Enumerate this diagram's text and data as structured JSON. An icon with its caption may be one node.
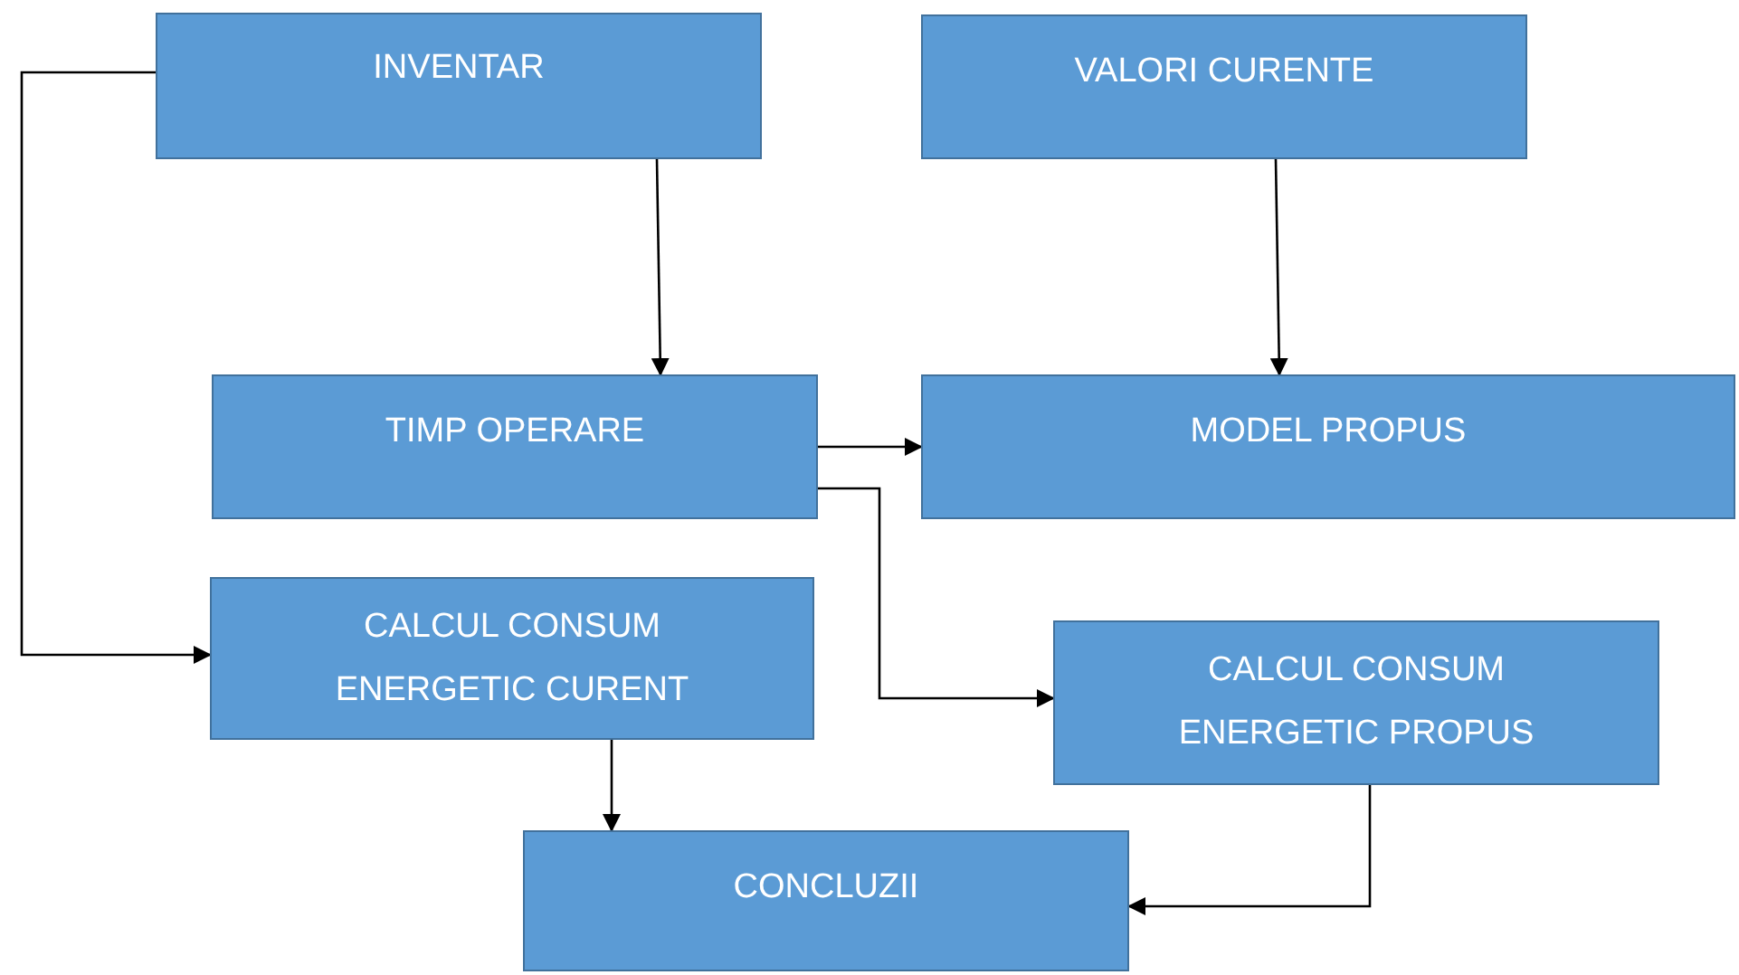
{
  "diagram": {
    "nodes": [
      {
        "text": [
          "INVENTAR"
        ]
      },
      {
        "text": [
          "VALORI CURENTE"
        ]
      },
      {
        "text": [
          "TIMP OPERARE"
        ]
      },
      {
        "text": [
          "MODEL PROPUS"
        ]
      },
      {
        "text": [
          "CALCUL CONSUM ENERGETIC CURENT"
        ]
      },
      {
        "text": [
          "CALCUL CONSUM ENERGETIC PROPUS"
        ]
      },
      {
        "text": [
          "CONCLUZII"
        ]
      }
    ],
    "edges": [
      {
        "from": 0,
        "to": 2,
        "arrow": "to"
      },
      {
        "from": 1,
        "to": 3,
        "arrow": "to"
      },
      {
        "from": 2,
        "to": 3,
        "arrow": "to"
      },
      {
        "from": 2,
        "to": 5,
        "arrow": "to"
      },
      {
        "from": 0,
        "to": 4,
        "arrow": "to"
      },
      {
        "from": 4,
        "to": 6,
        "arrow": "to"
      },
      {
        "from": 5,
        "to": 6,
        "arrow": "to"
      }
    ]
  }
}
